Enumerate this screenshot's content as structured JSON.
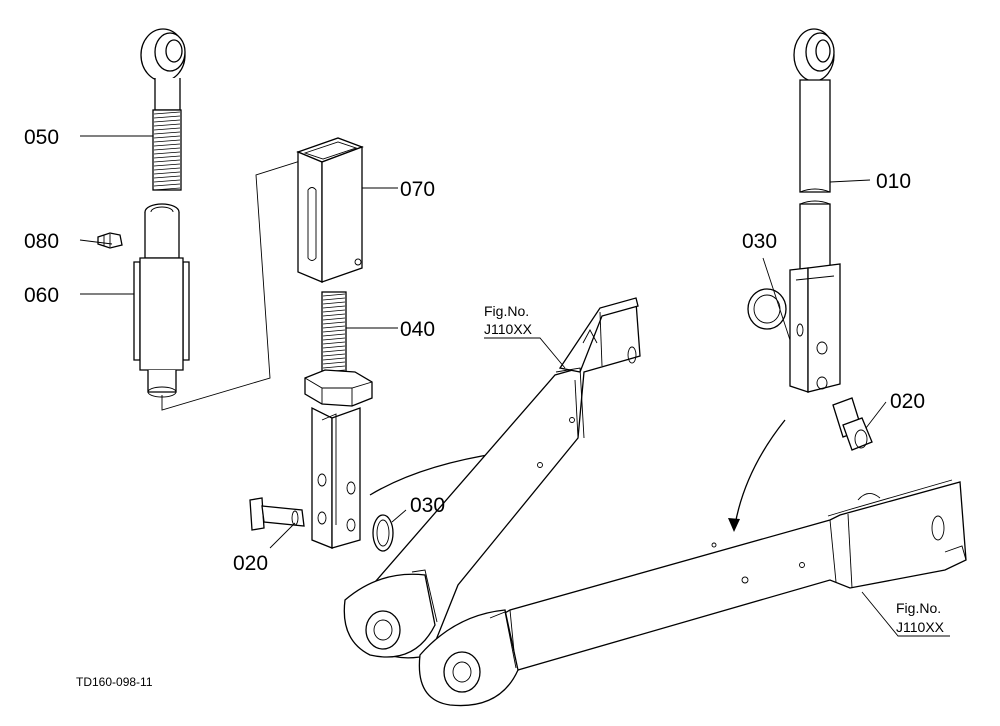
{
  "diagram": {
    "part_labels": {
      "p050": "050",
      "p080": "080",
      "p060": "060",
      "p070": "070",
      "p040": "040",
      "p020_left": "020",
      "p030_left": "030",
      "p010": "010",
      "p030_right": "030",
      "p020_right": "020"
    },
    "fig_ref_left": {
      "line1": "Fig.No.",
      "line2": "J110XX"
    },
    "fig_ref_right": {
      "line1": "Fig.No.",
      "line2": "J110XX"
    },
    "drawing_code": "TD160-098-11"
  }
}
